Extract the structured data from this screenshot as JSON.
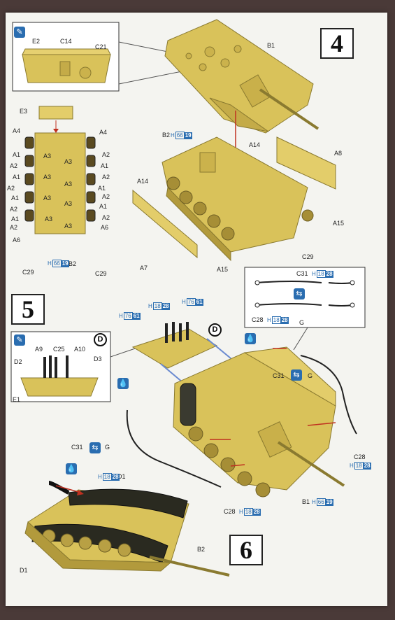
{
  "steps": {
    "s4": "4",
    "s5": "5",
    "s6": "6"
  },
  "callout_mark": "D",
  "icons": {
    "glue": "glue-icon",
    "cement": "cement-drop-icon",
    "sym": "symmetry-icon"
  },
  "colors": {
    "hull": "#d9c25a",
    "hull_dark": "#b29a3c",
    "blue": "#2a6db0",
    "arrow": "#c03020",
    "sheet": "#f4f4f0"
  },
  "labels": {
    "e2": "E2",
    "c14": "C14",
    "c21": "C21",
    "b1_top": "B1",
    "e3": "E3",
    "a4_l": "A4",
    "a4_r": "A4",
    "a1_l1": "A1",
    "a3_1": "A3",
    "a3_2": "A3",
    "a2_r1": "A2",
    "a2_l1": "A2",
    "a1_r1": "A1",
    "a1_l2": "A1",
    "a3_3": "A3",
    "a3_4": "A3",
    "a2_r2": "A2",
    "a2_l2": "A2",
    "a1_r2": "A1",
    "a1_l3": "A1",
    "a3_5": "A3",
    "a3_6": "A3",
    "a2_r3": "A2",
    "a2_l3": "A2",
    "a1_r3": "A1",
    "a1_l4": "A1",
    "a3_7": "A3",
    "a3_8": "A3",
    "a2_r4": "A2",
    "a2_l4": "A2",
    "a6_r": "A6",
    "a6_l": "A6",
    "c29_l": "C29",
    "b2_bot": "B2",
    "c29_r": "C29",
    "b2_mid": "B2",
    "a14_top": "A14",
    "a8": "A8",
    "a14_left": "A14",
    "a15_r": "A15",
    "c29_mid": "C29",
    "a7": "A7",
    "a15_bot": "A15",
    "c31_top": "C31",
    "c28_top": "C28",
    "g_top": "G",
    "a9": "A9",
    "c25": "C25",
    "a10": "A10",
    "d2": "D2",
    "d3": "D3",
    "e1": "E1",
    "c31_right": "C31",
    "g_right": "G",
    "c31_left": "C31",
    "g_left": "G",
    "c28_right": "C28",
    "c28_bot": "C28",
    "b1_bot": "B1",
    "d1_top": "D1",
    "b2_s6": "B2",
    "d1_bot": "D1"
  },
  "paints": {
    "p1": {
      "h": "H",
      "a": "66",
      "b": "19"
    },
    "p2": {
      "h": "H",
      "a": "66",
      "b": "19"
    },
    "p3": {
      "h": "H",
      "a": "18",
      "b": "28"
    },
    "p4": {
      "h": "H",
      "a": "18",
      "b": "28"
    },
    "p5": {
      "h": "H",
      "a": "76",
      "b": "61"
    },
    "p6": {
      "h": "H",
      "a": "18",
      "b": "28"
    },
    "p7": {
      "h": "H",
      "a": "76",
      "b": "61"
    },
    "p8": {
      "h": "H",
      "a": "18",
      "b": "28"
    },
    "p9": {
      "h": "H",
      "a": "18",
      "b": "28"
    },
    "p10": {
      "h": "H",
      "a": "66",
      "b": "19"
    },
    "p11": {
      "h": "H",
      "a": "18",
      "b": "28"
    }
  }
}
